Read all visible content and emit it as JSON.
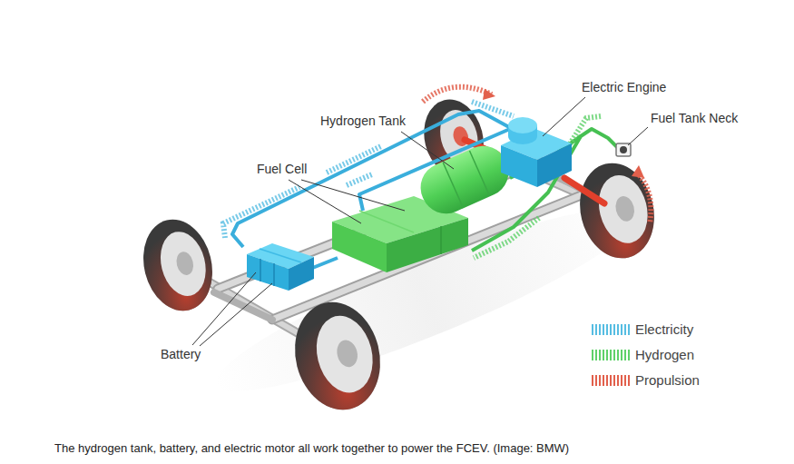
{
  "diagram": {
    "caption": "The hydrogen tank, battery, and electric motor all work together to power the FCEV. (Image: BMW)",
    "labels": [
      "Electric Engine",
      "Hydrogen Tank",
      "Fuel Tank Neck",
      "Fuel Cell",
      "Battery"
    ],
    "legend": [
      {
        "text": "Electricity",
        "color": "#56bde2"
      },
      {
        "text": "Hydrogen",
        "color": "#5fd16a"
      },
      {
        "text": "Propulsion",
        "color": "#e2604c"
      }
    ]
  }
}
